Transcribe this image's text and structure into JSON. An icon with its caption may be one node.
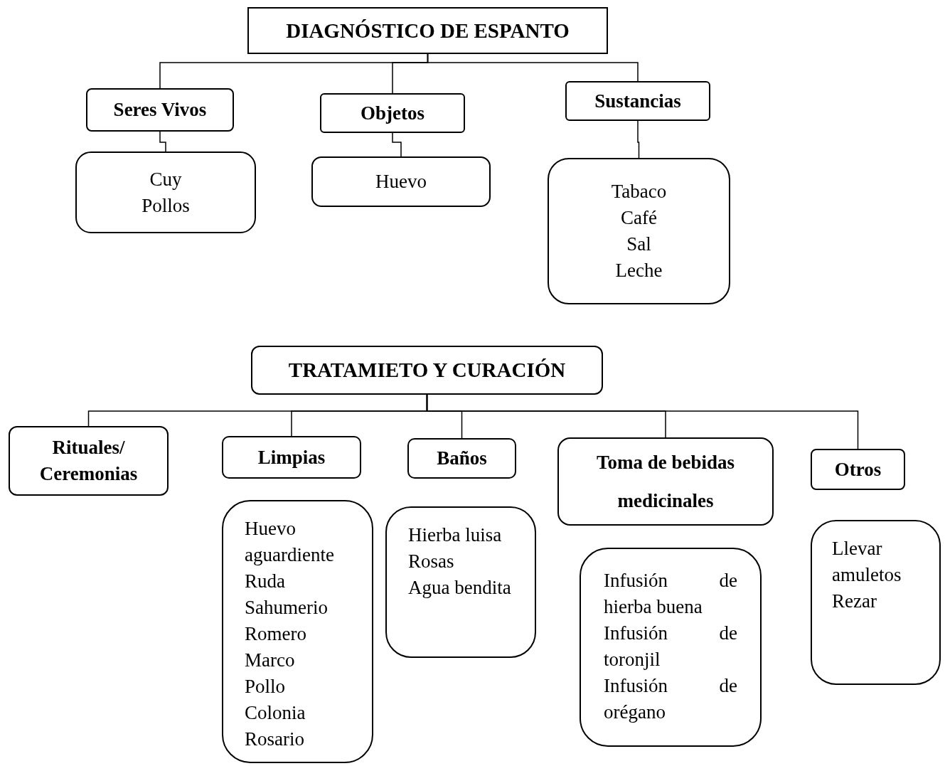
{
  "diagram": {
    "nodes": [
      {
        "text": [
          "DIAGNÓSTICO DE ESPANTO"
        ]
      },
      {
        "text": [
          "Seres Vivos"
        ]
      },
      {
        "text": [
          "Objetos"
        ]
      },
      {
        "text": [
          "Sustancias"
        ]
      },
      {
        "text": [
          "Cuy",
          "Pollos"
        ]
      },
      {
        "text": [
          "Huevo"
        ]
      },
      {
        "text": [
          "Tabaco",
          "Café",
          "Sal",
          "Leche"
        ]
      },
      {
        "text": [
          "TRATAMIETO Y CURACIÓN"
        ]
      },
      {
        "text": [
          "Rituales/ Ceremonias"
        ]
      },
      {
        "text": [
          "Limpias"
        ]
      },
      {
        "text": [
          "Baños"
        ]
      },
      {
        "text": [
          "Toma de bebidas medicinales"
        ]
      },
      {
        "text": [
          "Otros"
        ]
      },
      {
        "text": [
          "Huevo",
          "aguardiente",
          "Ruda",
          "Sahumerio",
          "Romero",
          "Marco",
          "Pollo",
          "Colonia",
          "Rosario"
        ]
      },
      {
        "text": [
          "Hierba luisa",
          "Rosas",
          "Agua bendita"
        ]
      },
      {
        "text": [
          "Infusión de hierba buena",
          "Infusión de toronjil",
          "Infusión de orégano"
        ]
      },
      {
        "text": [
          "Llevar amuletos",
          "Rezar"
        ]
      }
    ],
    "edges": [
      {
        "from": 0,
        "to": 1,
        "arrow": "none"
      },
      {
        "from": 0,
        "to": 2,
        "arrow": "none"
      },
      {
        "from": 0,
        "to": 3,
        "arrow": "none"
      },
      {
        "from": 1,
        "to": 4,
        "arrow": "none"
      },
      {
        "from": 2,
        "to": 5,
        "arrow": "none"
      },
      {
        "from": 3,
        "to": 6,
        "arrow": "none"
      },
      {
        "from": 7,
        "to": 8,
        "arrow": "none"
      },
      {
        "from": 7,
        "to": 9,
        "arrow": "none"
      },
      {
        "from": 7,
        "to": 10,
        "arrow": "none"
      },
      {
        "from": 7,
        "to": 11,
        "arrow": "none"
      },
      {
        "from": 7,
        "to": 12,
        "arrow": "none"
      }
    ]
  }
}
